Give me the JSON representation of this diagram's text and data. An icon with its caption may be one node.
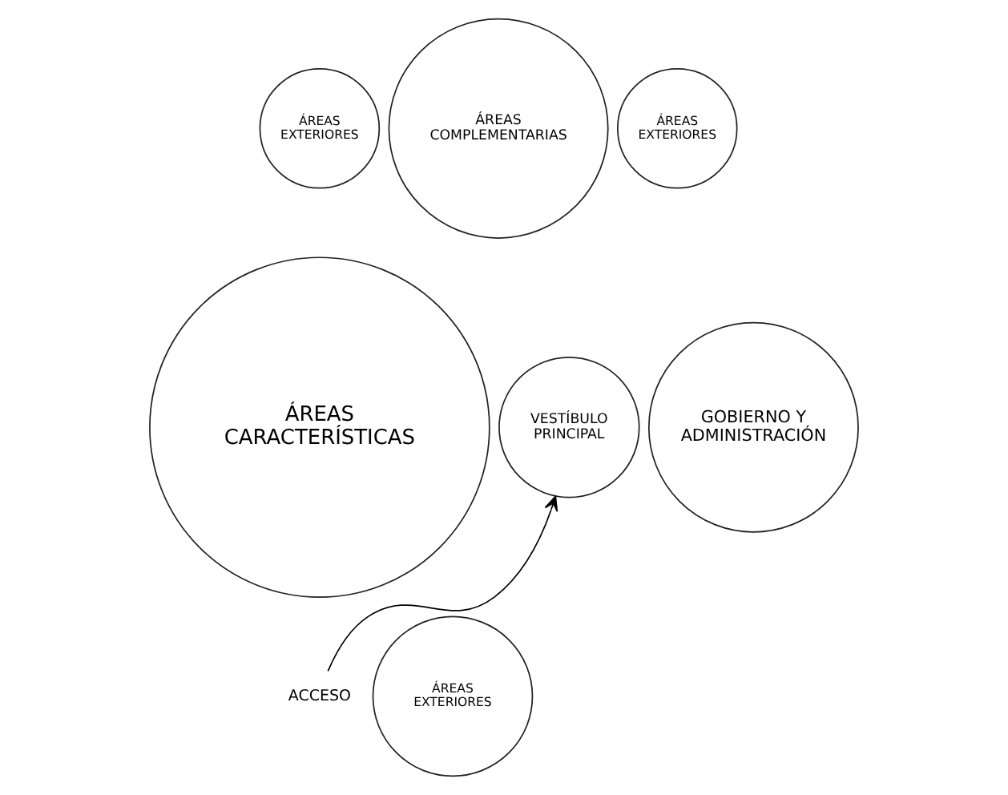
{
  "diagram": {
    "nodes": [
      {
        "text": [
          "ÁREAS EXTERIORES"
        ]
      },
      {
        "text": [
          "ÁREAS COMPLEMENTARIAS"
        ]
      },
      {
        "text": [
          "ÁREAS EXTERIORES"
        ]
      },
      {
        "text": [
          "ÁREAS CARACTERÍSTICAS"
        ]
      },
      {
        "text": [
          "VESTÍBULO PRINCIPAL"
        ]
      },
      {
        "text": [
          "GOBIERNO Y ADMINISTRACIÓN"
        ]
      },
      {
        "text": [
          "ACCESO"
        ]
      },
      {
        "text": [
          "ÁREAS EXTERIORES"
        ]
      }
    ],
    "edges": [
      {
        "from": 6,
        "to": 4,
        "arrow": "to"
      }
    ]
  }
}
